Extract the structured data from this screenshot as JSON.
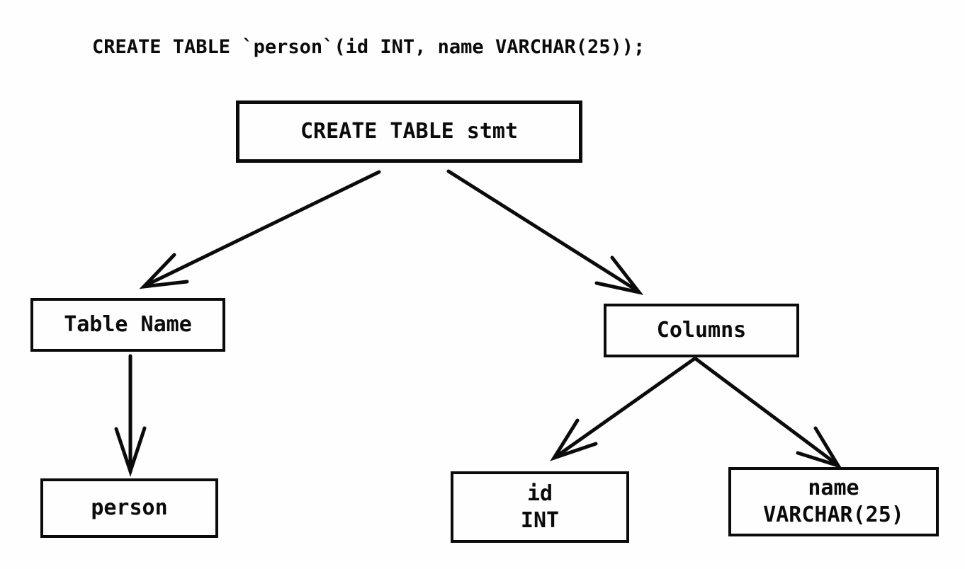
{
  "page": {
    "background_color": "#fefefe",
    "line_color": "#0b0b0b",
    "text_color": "#0b0b0b"
  },
  "sql_statement": "CREATE TABLE `person`(id INT, name VARCHAR(25));",
  "diagram": {
    "type": "parse-tree",
    "nodes": {
      "root": {
        "label": "CREATE TABLE stmt"
      },
      "table_name": {
        "label": "Table Name"
      },
      "person": {
        "label": "person"
      },
      "columns": {
        "label": "Columns"
      },
      "id_col": {
        "line1": "id",
        "line2": "INT"
      },
      "name_col": {
        "line1": "name",
        "line2": "VARCHAR(25)"
      }
    },
    "edges": [
      {
        "from": "root",
        "to": "table_name"
      },
      {
        "from": "root",
        "to": "columns"
      },
      {
        "from": "table_name",
        "to": "person"
      },
      {
        "from": "columns",
        "to": "id_col"
      },
      {
        "from": "columns",
        "to": "name_col"
      }
    ]
  }
}
